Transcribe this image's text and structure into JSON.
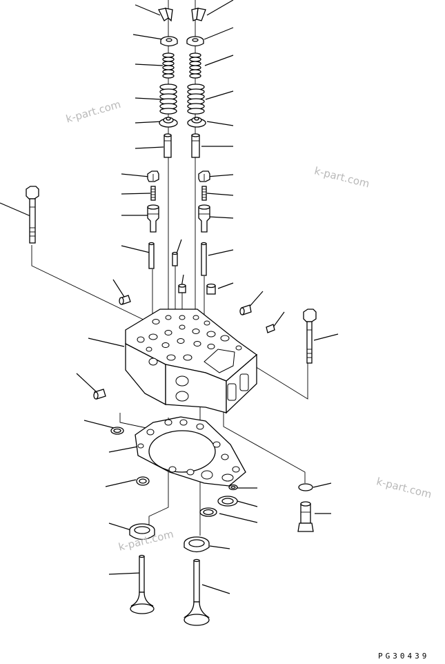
{
  "watermarks": [
    "k-part.com",
    "k-part.com",
    "k-part.com",
    "k-part.com"
  ],
  "drawing_code": "PG30439"
}
